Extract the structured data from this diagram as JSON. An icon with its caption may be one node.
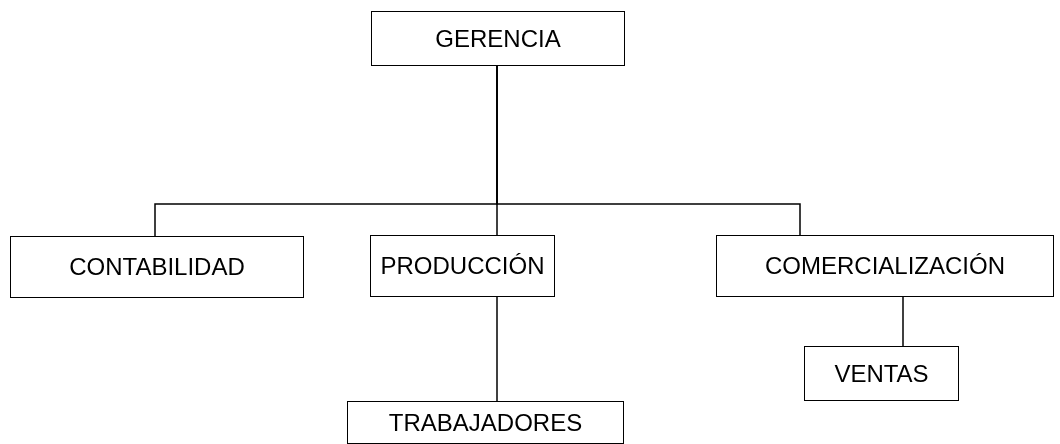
{
  "diagram": {
    "nodes": [
      {
        "text": [
          "GERENCIA"
        ]
      },
      {
        "text": [
          "CONTABILIDAD"
        ]
      },
      {
        "text": [
          "PRODUCCIÓN"
        ]
      },
      {
        "text": [
          "COMERCIALIZACIÓN"
        ]
      },
      {
        "text": [
          "VENTAS"
        ]
      },
      {
        "text": [
          "TRABAJADORES"
        ]
      }
    ],
    "edges": [
      {
        "from": 0,
        "to": 1,
        "arrow": "none"
      },
      {
        "from": 0,
        "to": 2,
        "arrow": "none"
      },
      {
        "from": 0,
        "to": 3,
        "arrow": "none"
      },
      {
        "from": 3,
        "to": 4,
        "arrow": "none"
      },
      {
        "from": 2,
        "to": 5,
        "arrow": "none"
      }
    ]
  }
}
